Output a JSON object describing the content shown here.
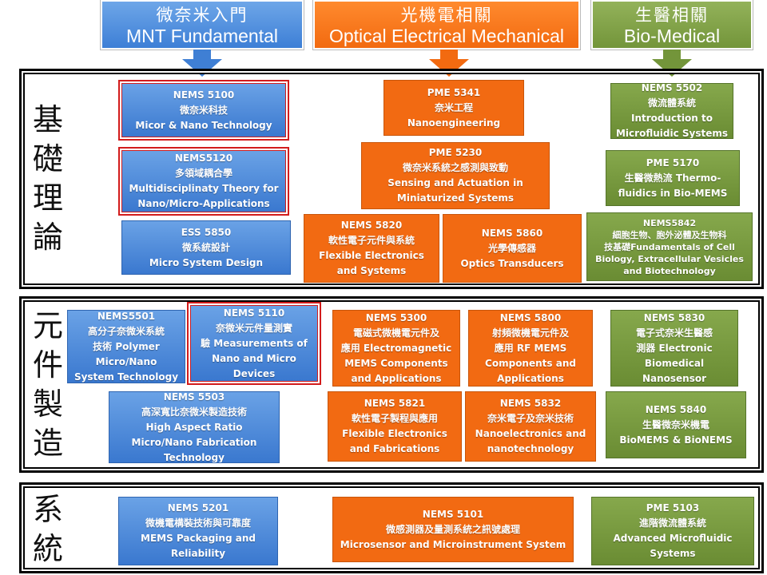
{
  "headers": [
    {
      "zh": "微奈米入門",
      "en": "MNT Fundamental",
      "color": "#4a8ddc"
    },
    {
      "zh": "光機電相關",
      "en": "Optical Electrical Mechanical",
      "color": "#f26a10"
    },
    {
      "zh": "生醫相關",
      "en": "Bio-Medical",
      "color": "#7a9a40"
    }
  ],
  "sections": [
    {
      "label": "基礎理論"
    },
    {
      "label": "元件製造"
    },
    {
      "label": "系統"
    }
  ],
  "courses": [
    {
      "lines": [
        "NEMS 5100",
        "微奈米科技",
        "Micor & Nano Technology"
      ],
      "highlight": true
    },
    {
      "lines": [
        "NEMS5120",
        "多領域耦合學",
        "Multidisciplinaty Theory for",
        "Nano/Micro-Applications"
      ],
      "highlight": true
    },
    {
      "lines": [
        "ESS 5850",
        "微系統設計",
        "Micro System Design"
      ]
    },
    {
      "lines": [
        "PME 5341",
        "奈米工程",
        "Nanoengineering"
      ]
    },
    {
      "lines": [
        "PME 5230",
        "微奈米系統之感測與致動",
        "Sensing and Actuation in",
        "Miniaturized Systems"
      ]
    },
    {
      "lines": [
        "NEMS 5820",
        "軟性電子元件與系統",
        "Flexible Electronics",
        "and Systems"
      ]
    },
    {
      "lines": [
        "NEMS 5860",
        "光學傳感器",
        "Optics Transducers"
      ]
    },
    {
      "lines": [
        "NEMS 5502",
        "微流體系統",
        "Introduction to",
        "Microfluidic Systems"
      ]
    },
    {
      "lines": [
        "PME 5170",
        "生醫微熱流 Thermo-",
        "fluidics in Bio-MEMS"
      ]
    },
    {
      "lines": [
        "NEMS5842",
        "細胞生物、胞外泌體及生物科",
        "技基礎Fundamentals of Cell",
        "Biology, Extracellular Vesicles",
        "and Biotechnology"
      ]
    },
    {
      "lines": [
        "NEMS5501",
        "高分子奈微米系統",
        "技術 Polymer",
        "Micro/Nano",
        "System Technology"
      ]
    },
    {
      "lines": [
        "NEMS 5110",
        "奈微米元件量測實",
        "驗 Measurements of",
        "Nano and Micro",
        "Devices"
      ],
      "highlight": true
    },
    {
      "lines": [
        "NEMS 5503",
        "高深寬比奈微米製造技術",
        "High Aspect Ratio",
        "Micro/Nano Fabrication",
        "Technology"
      ]
    },
    {
      "lines": [
        "NEMS 5300",
        "電磁式微機電元件及",
        "應用 Electromagnetic",
        "MEMS Components",
        "and Applications"
      ]
    },
    {
      "lines": [
        "NEMS 5800",
        "射頻微機電元件及",
        "應用 RF MEMS",
        "Components and",
        "Applications"
      ]
    },
    {
      "lines": [
        "NEMS 5821",
        "軟性電子製程與應用",
        "Flexible Electronics",
        "and Fabrications"
      ]
    },
    {
      "lines": [
        "NEMS 5832",
        "奈米電子及奈米技術",
        "Nanoelectronics and",
        "nanotechnology"
      ]
    },
    {
      "lines": [
        "NEMS 5830",
        "電子式奈米生醫感",
        "測器 Electronic",
        "Biomedical",
        "Nanosensor"
      ]
    },
    {
      "lines": [
        "NEMS 5840",
        "生醫微奈米機電",
        "BioMEMS & BioNEMS"
      ]
    },
    {
      "lines": [
        "NEMS 5201",
        "微機電構裝技術與可靠度",
        "MEMS Packaging and",
        "Reliability"
      ]
    },
    {
      "lines": [
        "NEMS 5101",
        "微感測器及量測系統之訊號處理",
        "Microsensor and Microinstrument System"
      ]
    },
    {
      "lines": [
        "PME 5103",
        "進階微流體系統",
        "Advanced Microfluidic",
        "Systems"
      ]
    }
  ],
  "colors": {
    "blue": "#3a78cf",
    "orange": "#f26a12",
    "green": "#6a8c33",
    "highlight": "#d21c1c"
  }
}
